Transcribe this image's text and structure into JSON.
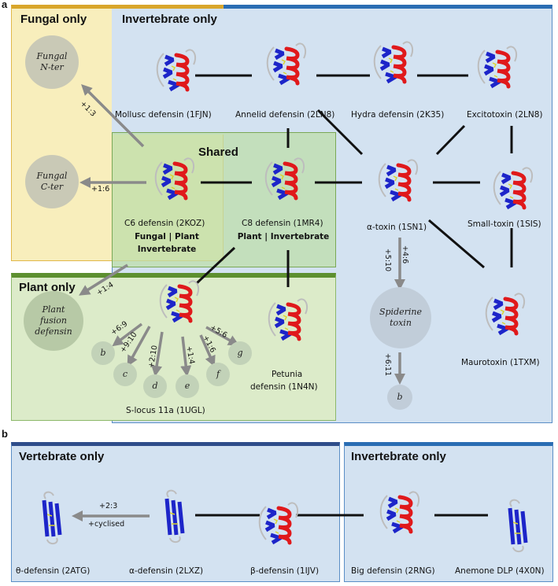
{
  "panel_a_label": "a",
  "panel_b_label": "b",
  "regions": {
    "fungal_only": "Fungal only",
    "invertebrate_only_a": "Invertebrate only",
    "shared": "Shared",
    "plant_only": "Plant only",
    "vertebrate_only": "Vertebrate only",
    "invertebrate_only_b": "Invertebrate only"
  },
  "proteins_a": {
    "mollusc": "Mollusc defensin (1FJN)",
    "annelid": "Annelid defensin (2LN8)",
    "hydra": "Hydra defensin (2K35)",
    "excitotoxin": "Excitotoxin (2LN8)",
    "c6": "C6 defensin (2KOZ)",
    "c6_groups_1": "Fungal | Plant",
    "c6_groups_2": "Invertebrate",
    "c8": "C8 defensin (1MR4)",
    "c8_groups": "Plant | Invertebrate",
    "alpha_toxin": "α-toxin (1SN1)",
    "small_toxin": "Small-toxin (1SIS)",
    "maurotoxin": "Maurotoxin (1TXM)",
    "petunia_1": "Petunia",
    "petunia_2": "defensin (1N4N)",
    "slocus": "S-locus 11a (1UGL)"
  },
  "derived": {
    "fungal_nter_1": "Fungal",
    "fungal_nter_2": "N-ter",
    "fungal_cter_1": "Fungal",
    "fungal_cter_2": "C-ter",
    "plant_fusion_1": "Plant",
    "plant_fusion_2": "fusion",
    "plant_fusion_3": "defensin",
    "spiderine_1": "Spiderine",
    "spiderine_2": "toxin",
    "b": "b",
    "c": "c",
    "d": "d",
    "e": "e",
    "f": "f",
    "g": "g",
    "spider_b": "b"
  },
  "arrow_labels": {
    "nter": "+1:3",
    "cter": "+1:6",
    "plant_fusion": "+1:4",
    "to_b": "+6:9",
    "to_c": "+9:10",
    "to_d": "+2:10",
    "to_e": "+1:4",
    "to_f": "+1:6",
    "to_g": "+5:6",
    "spider_a": "+5:10",
    "spider_b": "+4:6",
    "spider_down": "+6:11",
    "theta_1": "+2:3",
    "theta_2": "+cyclised"
  },
  "proteins_b": {
    "theta": "θ-defensin (2ATG)",
    "alpha": "α-defensin (2LXZ)",
    "beta": "β-defensin (1IJV)",
    "big": "Big defensin (2RNG)",
    "anemone": "Anemone DLP (4X0N)"
  },
  "colors": {
    "fungal_fill": "#f8eebc",
    "fungal_border": "#e1b84a",
    "invert_fill": "#d3e2f1",
    "invert_border": "#2a6db3",
    "shared_fill": "#cfe4bd",
    "shared_border": "#7aa856",
    "plant_fill": "#dcebc9",
    "plant_bar": "#5d8f2f",
    "vert_bar": "#2f4d8a",
    "helix": "#e0191b",
    "strand": "#1d25c9",
    "loop": "#bdbdbd",
    "disulfide": "#d9d330"
  }
}
